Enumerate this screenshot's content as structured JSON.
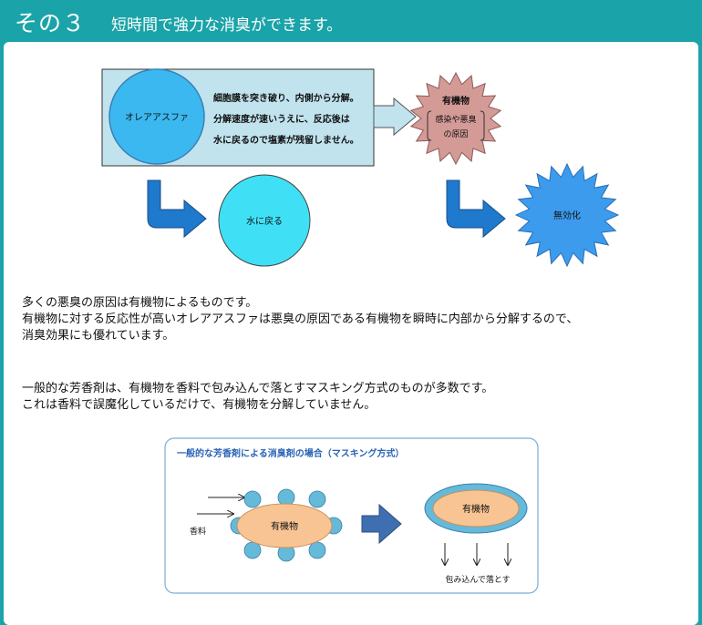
{
  "header": {
    "number": "その３",
    "title": "短時間で強力な消臭ができます。"
  },
  "diagram_top": {
    "circle_label": "オレアアスファ",
    "box_lines": [
      "細胞膜を突き破り、内側から分解。",
      "分解速度が速いうえに、反応後は",
      "水に戻るので塩素が残留しません。"
    ],
    "burst_title": "有機物",
    "burst_lines": [
      "感染や悪臭",
      "の原因"
    ],
    "water_label": "水に戻る",
    "neutral_label": "無効化",
    "colors": {
      "box_fill": "#c0e3ee",
      "circle_fill": "#3cb8f0",
      "burst_fill": "#d39a96",
      "water_fill": "#3fe0f5",
      "neutral_fill": "#3c9bec",
      "arrow_fill": "#1f79cc"
    }
  },
  "paragraph1": [
    "多くの悪臭の原因は有機物によるものです。",
    "有機物に対する反応性が高いオレアアスファは悪臭の原因である有機物を瞬時に内部から分解するので、",
    "消臭効果にも優れています。"
  ],
  "paragraph2": [
    "一般的な芳香剤は、有機物を香料で包み込んで落とすマスキング方式のものが多数です。",
    "これは香料で誤魔化しているだけで、有機物を分解していません。"
  ],
  "diagram_bottom": {
    "title": "一般的な芳香剤による消臭剤の場合（マスキング方式）",
    "left_label": "有機物",
    "fragrance_label": "香料",
    "right_label": "有機物",
    "drop_caption": "包み込んで落とす",
    "colors": {
      "organic_fill": "#f9c494",
      "bead_fill": "#65b9d9",
      "arrow_fill": "#3f6fb0",
      "frame_border": "#7aaed4",
      "title_color": "#2a63b5"
    }
  }
}
